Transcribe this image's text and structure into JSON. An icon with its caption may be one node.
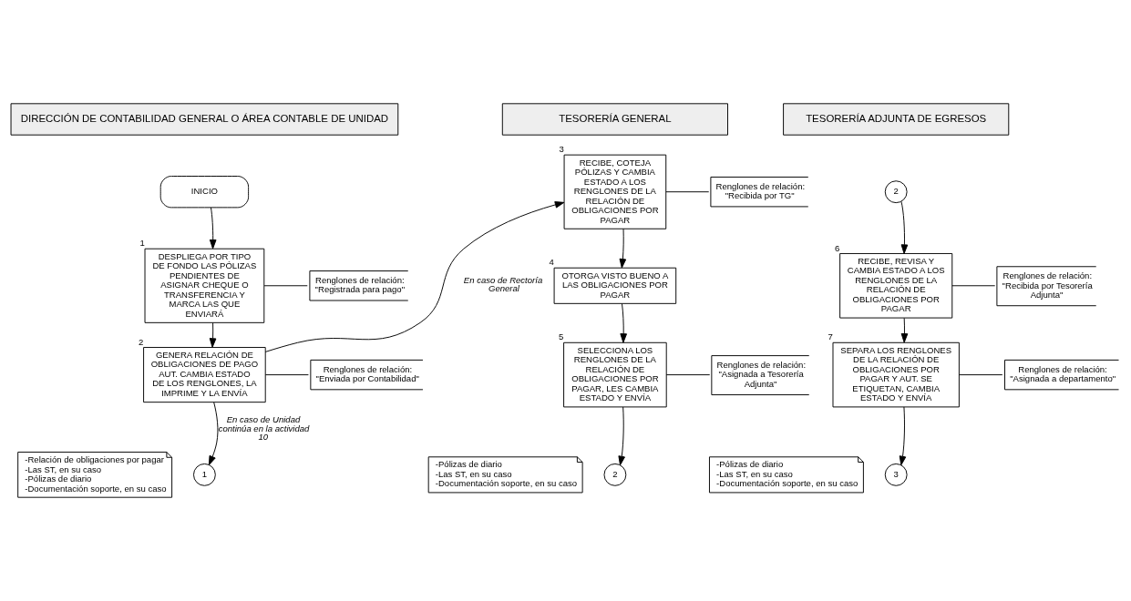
{
  "diagram": {
    "nodes": [
      {
        "text": [
          "DIRECCIÓN DE CONTABILIDAD GENERAL O ÁREA CONTABLE DE UNIDAD"
        ]
      },
      {
        "text": [
          "TESORERÍA GENERAL"
        ]
      },
      {
        "text": [
          "TESORERÍA ADJUNTA DE EGRESOS"
        ]
      },
      {
        "text": [
          "INICIO"
        ]
      },
      {
        "text": [
          "DESPLIEGA POR TIPO DE FONDO LAS PÓLIZAS PENDIENTES DE ASIGNAR CHEQUE O TRANSFERENCIA Y MARCA LAS QUE ENVIARÁ"
        ],
        "beside": [
          "1"
        ]
      },
      {
        "text": [
          "Renglones de relación: \"Registrada para pago\""
        ]
      },
      {
        "text": [
          "GENERA RELACIÓN DE OBLIGACIONES DE PAGO AUT. CAMBIA ESTADO DE LOS RENGLONES, LA IMPRIME Y LA ENVÍA"
        ],
        "beside": [
          "2"
        ]
      },
      {
        "text": [
          "Renglones de relación: \"Enviada por Contabilidad\""
        ]
      },
      {
        "text": [
          "-Relación de obligaciones por pagar -Las ST, en su caso -Pólizas de diario -Documentación soporte, en su caso"
        ]
      },
      {
        "text": [
          "1"
        ]
      },
      {
        "text": [
          "RECIBE, COTEJA PÓLIZAS Y CAMBIA ESTADO A LOS RENGLONES DE LA RELACIÓN DE OBLIGACIONES POR PAGAR"
        ],
        "beside": [
          "3"
        ]
      },
      {
        "text": [
          "Renglones de relación: \"Recibida por TG\""
        ]
      },
      {
        "text": [
          "OTORGA VISTO BUENO A LAS OBLIGACIONES POR PAGAR"
        ],
        "beside": [
          "4"
        ]
      },
      {
        "text": [
          "SELECCIONA LOS RENGLONES DE LA RELACIÓN DE OBLIGACIONES POR PAGAR, LES CAMBIA ESTADO Y ENVÍA"
        ],
        "beside": [
          "5"
        ]
      },
      {
        "text": [
          "Renglones de relación: \"Asignada a Tesorería Adjunta\""
        ]
      },
      {
        "text": [
          "-Pólizas de diario -Las ST, en su caso -Documentación soporte, en su caso"
        ]
      },
      {
        "text": [
          "2"
        ]
      },
      {
        "text": [
          "2"
        ]
      },
      {
        "text": [
          "RECIBE, REVISA Y CAMBIA ESTADO A LOS RENGLONES DE LA RELACIÓN DE OBLIGACIONES POR PAGAR"
        ],
        "beside": [
          "6"
        ]
      },
      {
        "text": [
          "Renglones de relación: \"Recibida por Tesorería Adjunta\""
        ]
      },
      {
        "text": [
          "SEPARA LOS RENGLONES DE LA RELACIÓN DE OBLIGACIONES POR PAGAR Y AUT. SE ETIQUETAN, CAMBIA ESTADO Y ENVÍA"
        ],
        "beside": [
          "7"
        ]
      },
      {
        "text": [
          "Renglones de relación: \"Asignada a departamento\""
        ]
      },
      {
        "text": [
          "-Pólizas de diario -Las ST, en su caso -Documentación soporte, en su caso"
        ]
      },
      {
        "text": [
          "3"
        ]
      }
    ],
    "edges": [
      {
        "from": 3,
        "to": 4,
        "arrow": "to"
      },
      {
        "from": 4,
        "to": 5,
        "arrow": "none"
      },
      {
        "from": 4,
        "to": 6,
        "arrow": "to"
      },
      {
        "from": 6,
        "to": 7,
        "arrow": "none"
      },
      {
        "from": 6,
        "to": 10,
        "arrow": "to",
        "label": "En caso de Rectoría General"
      },
      {
        "from": 6,
        "to": 9,
        "arrow": "to",
        "label": "En caso de Unidad continúa en la actividad 10"
      },
      {
        "from": 10,
        "to": 11,
        "arrow": "none"
      },
      {
        "from": 10,
        "to": 12,
        "arrow": "to"
      },
      {
        "from": 12,
        "to": 13,
        "arrow": "to"
      },
      {
        "from": 13,
        "to": 14,
        "arrow": "none"
      },
      {
        "from": 13,
        "to": 16,
        "arrow": "to"
      },
      {
        "from": 17,
        "to": 18,
        "arrow": "to"
      },
      {
        "from": 18,
        "to": 19,
        "arrow": "none"
      },
      {
        "from": 18,
        "to": 20,
        "arrow": "to"
      },
      {
        "from": 20,
        "to": 21,
        "arrow": "none"
      },
      {
        "from": 20,
        "to": 23,
        "arrow": "to"
      }
    ]
  }
}
